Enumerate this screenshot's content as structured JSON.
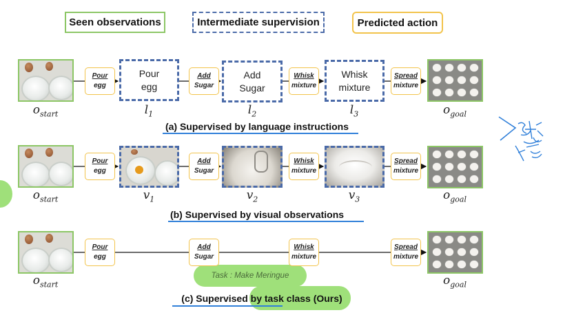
{
  "legend": {
    "seen": "Seen observations",
    "intermediate": "Intermediate supervision",
    "predicted": "Predicted action"
  },
  "rows": [
    {
      "actions": [
        [
          "Pour",
          "egg"
        ],
        [
          "Add",
          "Sugar"
        ],
        [
          "Whisk",
          "mixture"
        ],
        [
          "Spread",
          "mixture"
        ]
      ],
      "intermediates": [
        [
          "Pour",
          "egg"
        ],
        [
          "Add",
          "Sugar"
        ],
        [
          "Whisk",
          "mixture"
        ]
      ],
      "labels": [
        "o_start",
        "l_1",
        "l_2",
        "l_3",
        "o_goal"
      ],
      "caption": "(a) Supervised by language instructions"
    },
    {
      "actions": [
        [
          "Pour",
          "egg"
        ],
        [
          "Add",
          "Sugar"
        ],
        [
          "Whisk",
          "mixture"
        ],
        [
          "Spread",
          "mixture"
        ]
      ],
      "labels": [
        "o_start",
        "v_1",
        "v_2",
        "v_3",
        "o_goal"
      ],
      "caption": "(b) Supervised by visual observations"
    },
    {
      "actions": [
        [
          "Pour",
          "egg"
        ],
        [
          "Add",
          "Sugar"
        ],
        [
          "Whisk",
          "mixture"
        ],
        [
          "Spread",
          "mixture"
        ]
      ],
      "labels": [
        "o_start",
        "o_goal"
      ],
      "task": "Task : Make Meringue",
      "caption": "(c) Supervised by task class (Ours)"
    }
  ],
  "colors": {
    "seen_border": "#8cc665",
    "intermediate_border": "#4a6aa8",
    "action_border": "#f2c34a",
    "underline": "#2f7fd9",
    "highlight": "#9fe07a"
  }
}
